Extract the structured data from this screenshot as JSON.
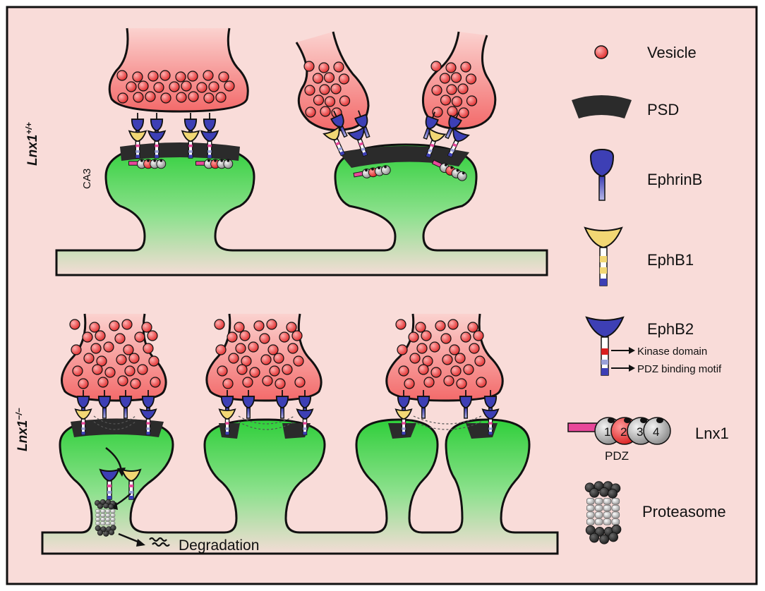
{
  "genotypes": {
    "wildtype": {
      "base": "Lnx1",
      "sup": "+/+"
    },
    "knockout": {
      "base": "Lnx1",
      "sup": "−/−"
    }
  },
  "labels": {
    "ca3": "CA3",
    "degradation": "Degradation",
    "pdz": "PDZ"
  },
  "legend": {
    "vesicle": "Vesicle",
    "psd": "PSD",
    "ephrinb": "EphrinB",
    "ephb1": "EphB1",
    "ephb2": "EphB2",
    "kinase_domain": "Kinase domain",
    "pdz_motif": "PDZ binding motif",
    "lnx1": "Lnx1",
    "proteasome": "Proteasome",
    "pdz_numbers": [
      "1",
      "2",
      "3",
      "4"
    ]
  },
  "colors": {
    "background": "#f9dcd9",
    "vesicle": "#e83a3a",
    "ephrinb": "#3d3fb5",
    "ephb1": "#f2d774",
    "ephb2": "#3d3fb5",
    "spine": "#3fd146",
    "psd": "#2b2b2b",
    "lnx1_linker": "#e8489a",
    "proteasome": "#444444"
  }
}
